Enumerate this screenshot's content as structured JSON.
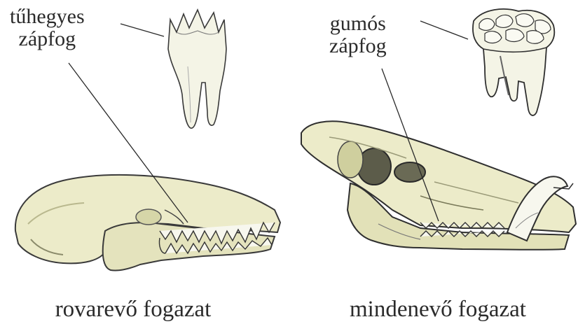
{
  "left_panel": {
    "tooth_label_line1": "tűhegyes",
    "tooth_label_line2": "zápfog",
    "caption": "rovarevő fogazat"
  },
  "right_panel": {
    "tooth_label_line1": "gumós",
    "tooth_label_line2": "zápfog",
    "caption": "mindenevő fogazat"
  },
  "colors": {
    "bone_fill": "#ecebc9",
    "bone_shade": "#d6d6a8",
    "tooth_fill": "#f4f4e6",
    "ink": "#2f2f2f"
  }
}
